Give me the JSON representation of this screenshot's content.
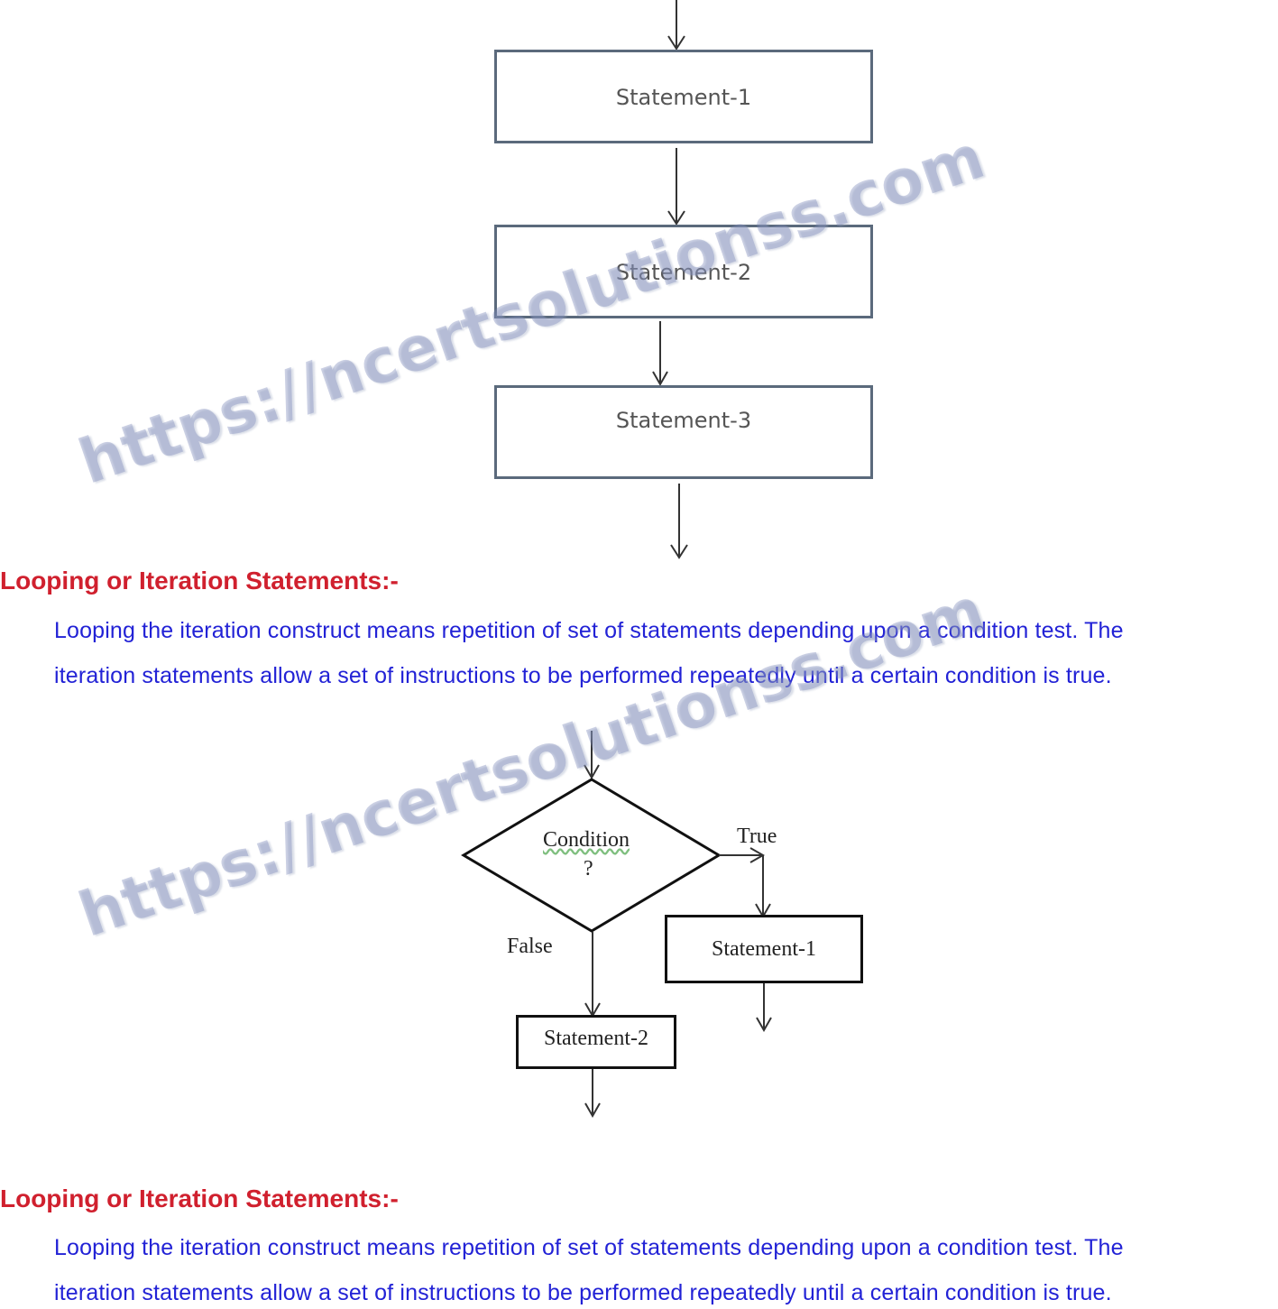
{
  "flow1": {
    "boxes": [
      "Statement-1",
      "Statement-2",
      "Statement-3"
    ]
  },
  "sections": [
    {
      "heading": "Looping or Iteration Statements:-",
      "lines": [
        "Looping the iteration construct means repetition of set of statements depending upon a condition test. The",
        "iteration statements allow a set of instructions to be performed repeatedly until a certain condition is true."
      ]
    },
    {
      "heading": "Looping or Iteration Statements:-",
      "lines": [
        "Looping the iteration construct means repetition of set of statements depending upon a condition test. The",
        "iteration statements allow a set of instructions to be performed repeatedly until a certain condition is true."
      ]
    }
  ],
  "flow2": {
    "condition_label": "Condition",
    "condition_mark": "?",
    "true_label": "True",
    "false_label": "False",
    "statement_true": "Statement-1",
    "statement_false": "Statement-2"
  },
  "watermark": "https://ncertsolutionss.com"
}
